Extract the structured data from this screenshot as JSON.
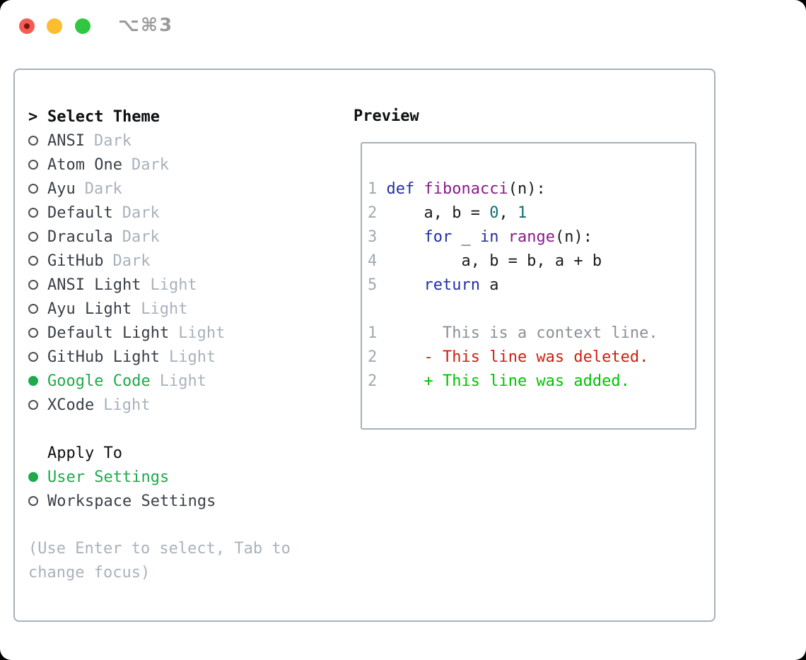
{
  "window": {
    "title": "⌥⌘3"
  },
  "theme_list": {
    "prompt": ">",
    "header": "Select Theme",
    "items": [
      {
        "name": "ANSI",
        "tag": "Dark",
        "selected": false
      },
      {
        "name": "Atom One",
        "tag": "Dark",
        "selected": false
      },
      {
        "name": "Ayu",
        "tag": "Dark",
        "selected": false
      },
      {
        "name": "Default",
        "tag": "Dark",
        "selected": false
      },
      {
        "name": "Dracula",
        "tag": "Dark",
        "selected": false
      },
      {
        "name": "GitHub",
        "tag": "Dark",
        "selected": false
      },
      {
        "name": "ANSI Light",
        "tag": "Light",
        "selected": false
      },
      {
        "name": "Ayu Light",
        "tag": "Light",
        "selected": false
      },
      {
        "name": "Default Light",
        "tag": "Light",
        "selected": false
      },
      {
        "name": "GitHub Light",
        "tag": "Light",
        "selected": false
      },
      {
        "name": "Google Code",
        "tag": "Light",
        "selected": true
      },
      {
        "name": "XCode",
        "tag": "Light",
        "selected": false
      }
    ]
  },
  "apply_to": {
    "header": "Apply To",
    "items": [
      {
        "name": "User Settings",
        "selected": true
      },
      {
        "name": "Workspace Settings",
        "selected": false
      }
    ]
  },
  "help_lines": [
    "(Use Enter to select, Tab to",
    "change focus)"
  ],
  "preview": {
    "header": "Preview",
    "code_lines": [
      {
        "num": "1",
        "tokens": [
          {
            "t": "def",
            "c": "kw"
          },
          {
            "t": " ",
            "c": "pln"
          },
          {
            "t": "fibonacci",
            "c": "fn"
          },
          {
            "t": "(n):",
            "c": "pln"
          }
        ]
      },
      {
        "num": "2",
        "tokens": [
          {
            "t": "    a, b = ",
            "c": "pln"
          },
          {
            "t": "0",
            "c": "lit"
          },
          {
            "t": ", ",
            "c": "pln"
          },
          {
            "t": "1",
            "c": "lit"
          }
        ]
      },
      {
        "num": "3",
        "tokens": [
          {
            "t": "    ",
            "c": "pln"
          },
          {
            "t": "for",
            "c": "kw"
          },
          {
            "t": " _ ",
            "c": "pln"
          },
          {
            "t": "in",
            "c": "kw"
          },
          {
            "t": " ",
            "c": "pln"
          },
          {
            "t": "range",
            "c": "fn"
          },
          {
            "t": "(n):",
            "c": "pln"
          }
        ]
      },
      {
        "num": "4",
        "tokens": [
          {
            "t": "        a, b = b, a + b",
            "c": "pln"
          }
        ]
      },
      {
        "num": "5",
        "tokens": [
          {
            "t": "    ",
            "c": "pln"
          },
          {
            "t": "return",
            "c": "kw"
          },
          {
            "t": " a",
            "c": "pln"
          }
        ]
      }
    ],
    "diff_lines": [
      {
        "num": "1",
        "marker": " ",
        "text": "This is a context line.",
        "kind": "context"
      },
      {
        "num": "2",
        "marker": "-",
        "text": "This line was deleted.",
        "kind": "deleted"
      },
      {
        "num": "2",
        "marker": "+",
        "text": "This line was added.",
        "kind": "added"
      }
    ]
  },
  "colors": {
    "panel_border": "#a7b1bb",
    "text_black": "#0d0f11",
    "text_dark": "#3a3f46",
    "muted": "#a9b2bc",
    "ring_gray": "#4b5056",
    "accent_green": "#1eaa4b",
    "added_green": "#00c400",
    "deleted_red": "#cc2211",
    "context_gray": "#8b9199",
    "keyword_blue": "#2230a8",
    "function_purple": "#8c1a8c",
    "literal_teal": "#0e6e6e",
    "code_plain": "#1c1c1c",
    "line_number": "#9fa9b4",
    "title_gray": "#9b9b9b",
    "traffic_red": "#f25c54",
    "traffic_red_dot": "#7c130c",
    "traffic_yellow": "#fcbd2e",
    "traffic_green": "#2fc740"
  }
}
